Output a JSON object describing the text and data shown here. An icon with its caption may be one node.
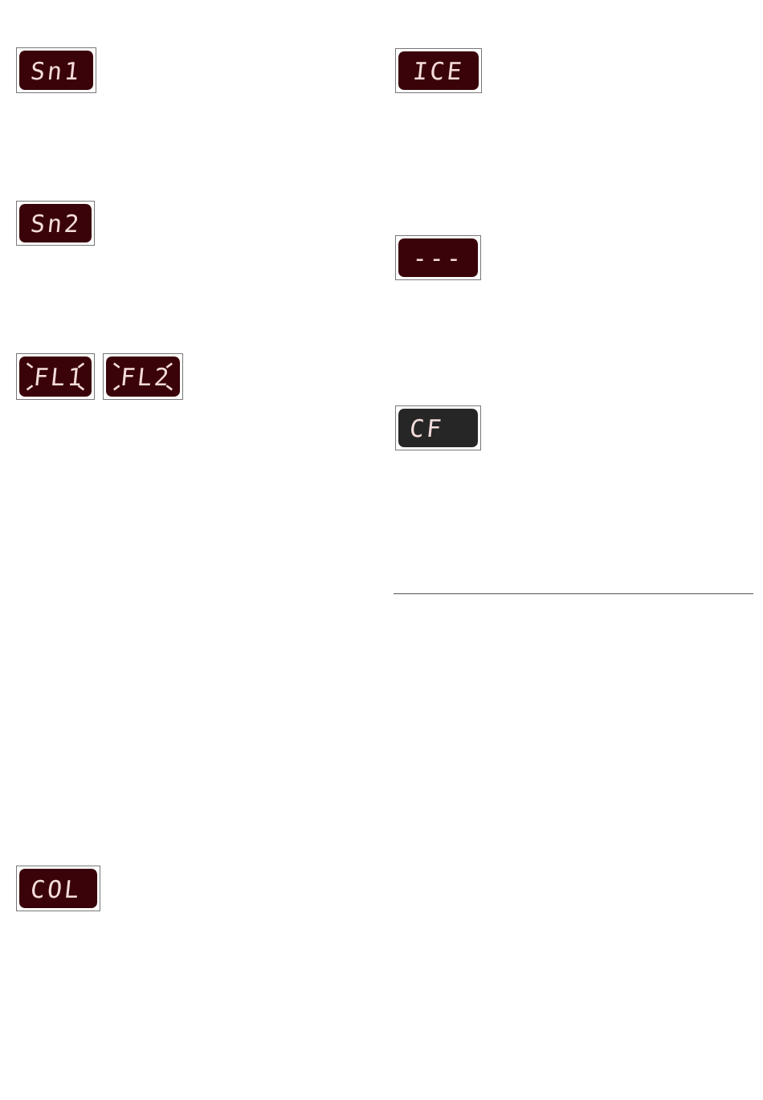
{
  "diagram": {
    "nodes": [
      {
        "text": [
          "Sn1"
        ]
      },
      {
        "text": [
          "Sn2"
        ]
      },
      {
        "text": [
          "FL1"
        ]
      },
      {
        "text": [
          "FL2"
        ]
      },
      {
        "text": [
          "COL"
        ]
      },
      {
        "text": [
          "ICE"
        ]
      },
      {
        "text": [
          "---"
        ]
      },
      {
        "text": [
          "CF"
        ]
      }
    ]
  }
}
